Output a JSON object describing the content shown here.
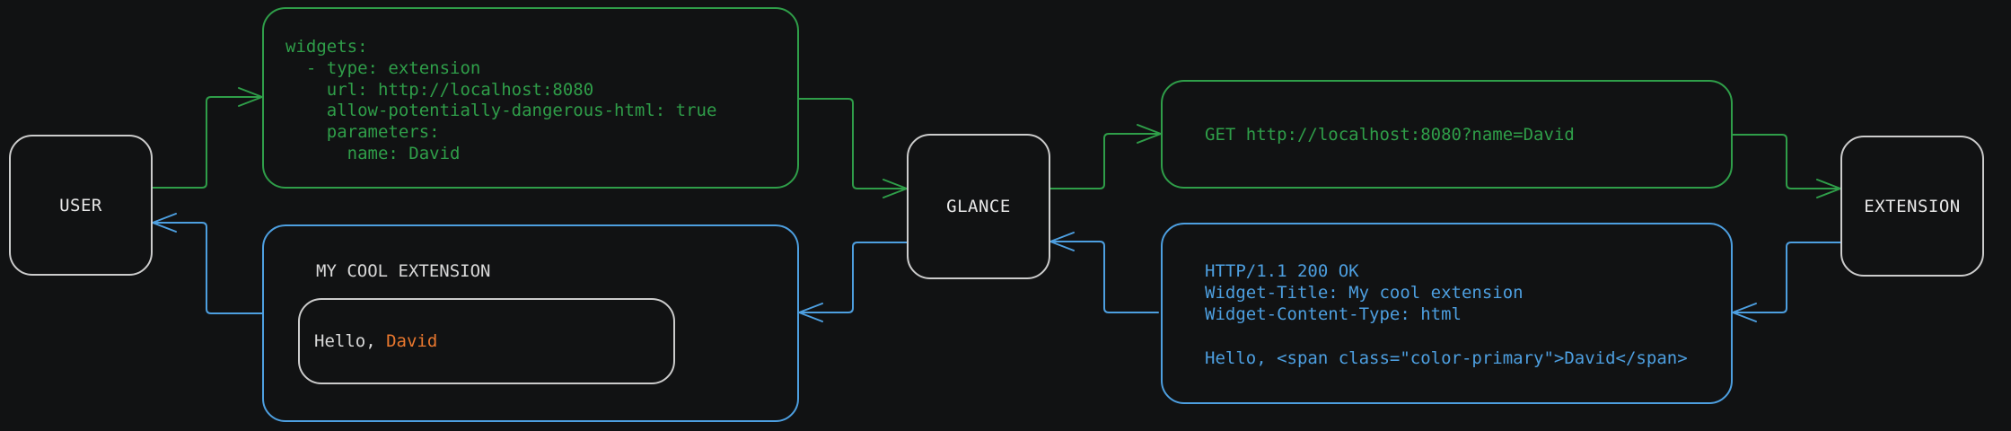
{
  "colors": {
    "bg": "#111213",
    "green": "#2f9e49",
    "blue": "#4d9fe0",
    "orange": "#e8772e",
    "node-border": "#cccccc",
    "text-light": "#d9d9d9"
  },
  "nodes": {
    "user": {
      "label": "USER"
    },
    "glance": {
      "label": "GLANCE"
    },
    "extension": {
      "label": "EXTENSION"
    }
  },
  "messages": {
    "config": {
      "code": "widgets:\n  - type: extension\n    url: http://localhost:8080\n    allow-potentially-dangerous-html: true\n    parameters:\n      name: David"
    },
    "request": {
      "code": "GET http://localhost:8080?name=David"
    },
    "response": {
      "code": "HTTP/1.1 200 OK\nWidget-Title: My cool extension\nWidget-Content-Type: html\n\nHello, <span class=\"color-primary\">David</span>"
    },
    "widget": {
      "title": "MY COOL EXTENSION",
      "greeting_prefix": "Hello, ",
      "greeting_name": "David"
    }
  }
}
